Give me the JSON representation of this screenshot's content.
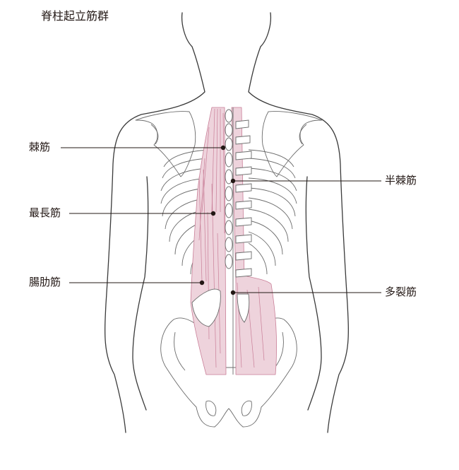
{
  "title": "脊柱起立筋群",
  "labels": {
    "spinalis": "棘筋",
    "longissimus": "最長筋",
    "iliocostalis": "腸肋筋",
    "semispinalis": "半棘筋",
    "multifidus": "多裂筋"
  },
  "colors": {
    "muscle_fill": "#eed3dc",
    "muscle_line": "#c97f98",
    "outline": "#3a3a3a",
    "bone_line": "#6b6b6b",
    "leader": "#231815"
  }
}
